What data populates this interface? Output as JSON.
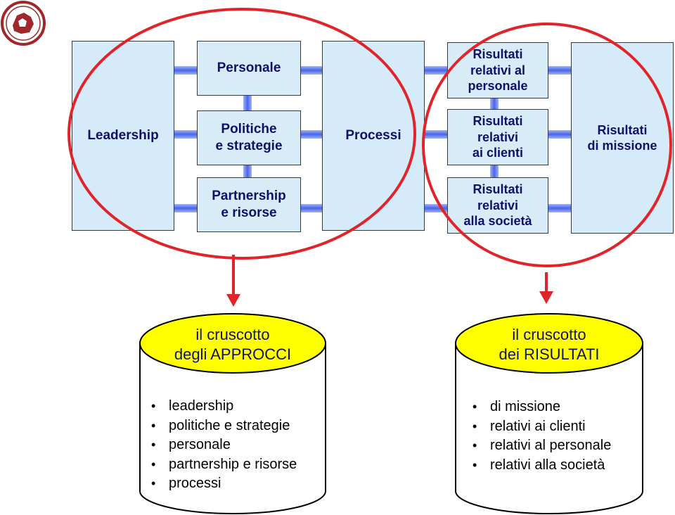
{
  "logo": {
    "name": "seal-logo"
  },
  "enablers": {
    "leadership": "Leadership",
    "personale": "Personale",
    "politiche": "Politiche\ne strategie",
    "partnership": "Partnership\ne risorse",
    "processi": "Processi"
  },
  "results": {
    "personale": "Risultati\nrelativi al\npersonale",
    "clienti": "Risultati\nrelativi\nai clienti",
    "societa": "Risultati\nrelativi\nalla società",
    "missione": "Risultati\ndi missione"
  },
  "cruscotto_approcci": {
    "title": "il cruscotto\ndegli APPROCCI",
    "items": [
      "leadership",
      "politiche e strategie",
      "personale",
      "partnership e risorse",
      "processi"
    ]
  },
  "cruscotto_risultati": {
    "title": "il cruscotto\ndei RISULTATI",
    "items": [
      "di missione",
      "relativi ai clienti",
      "relativi al personale",
      "relativi alla società"
    ]
  },
  "colors": {
    "box_fill": "#d8ecf8",
    "box_text": "#10106a",
    "connector": "#4a64e8",
    "ellipse": "#e0242a",
    "cylinder_top": "#ffff00"
  }
}
